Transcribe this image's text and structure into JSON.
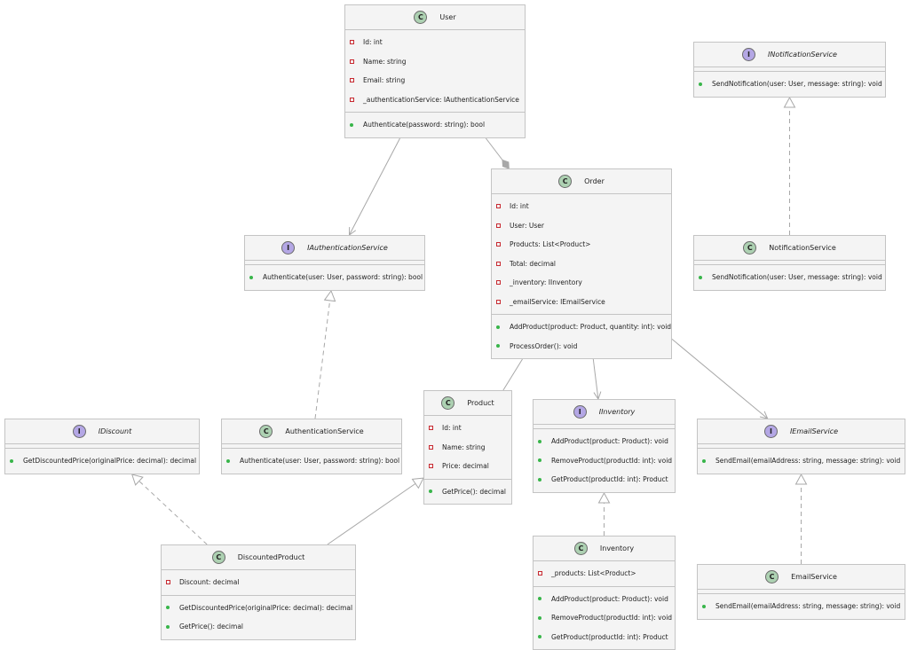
{
  "colors": {
    "class_fill": "#f4f4f4",
    "border": "#c4c4c4",
    "edge": "#a8a8a8",
    "class_badge": "#add1b2",
    "interface_badge": "#b4a7e5",
    "private_marker": "#c82930",
    "public_marker": "#38b54a"
  },
  "classes": [
    {
      "id": "User",
      "kind": "class",
      "badge": "C",
      "name": "User",
      "fields": [
        {
          "vis": "private",
          "text": "Id: int"
        },
        {
          "vis": "private",
          "text": "Name: string"
        },
        {
          "vis": "private",
          "text": "Email: string"
        },
        {
          "vis": "private",
          "text": "_authenticationService: IAuthenticationService"
        }
      ],
      "methods": [
        {
          "vis": "public",
          "text": "Authenticate(password: string): bool"
        }
      ]
    },
    {
      "id": "INotificationService",
      "kind": "interface",
      "badge": "I",
      "name": "INotificationService",
      "fields": [],
      "methods": [
        {
          "vis": "public",
          "text": "SendNotification(user: User, message: string): void"
        }
      ]
    },
    {
      "id": "Order",
      "kind": "class",
      "badge": "C",
      "name": "Order",
      "fields": [
        {
          "vis": "private",
          "text": "Id: int"
        },
        {
          "vis": "private",
          "text": "User: User"
        },
        {
          "vis": "private",
          "text": "Products: List<Product>"
        },
        {
          "vis": "private",
          "text": "Total: decimal"
        },
        {
          "vis": "private",
          "text": "_inventory: IInventory"
        },
        {
          "vis": "private",
          "text": "_emailService: IEmailService"
        }
      ],
      "methods": [
        {
          "vis": "public",
          "text": "AddProduct(product: Product, quantity: int): void"
        },
        {
          "vis": "public",
          "text": "ProcessOrder(): void"
        }
      ]
    },
    {
      "id": "IAuthenticationService",
      "kind": "interface",
      "badge": "I",
      "name": "IAuthenticationService",
      "fields": [],
      "methods": [
        {
          "vis": "public",
          "text": "Authenticate(user: User, password: string): bool"
        }
      ]
    },
    {
      "id": "NotificationService",
      "kind": "class",
      "badge": "C",
      "name": "NotificationService",
      "fields": [],
      "methods": [
        {
          "vis": "public",
          "text": "SendNotification(user: User, message: string): void"
        }
      ]
    },
    {
      "id": "IDiscount",
      "kind": "interface",
      "badge": "I",
      "name": "IDiscount",
      "fields": [],
      "methods": [
        {
          "vis": "public",
          "text": "GetDiscountedPrice(originalPrice: decimal): decimal"
        }
      ]
    },
    {
      "id": "AuthenticationService",
      "kind": "class",
      "badge": "C",
      "name": "AuthenticationService",
      "fields": [],
      "methods": [
        {
          "vis": "public",
          "text": "Authenticate(user: User, password: string): bool"
        }
      ]
    },
    {
      "id": "Product",
      "kind": "class",
      "badge": "C",
      "name": "Product",
      "fields": [
        {
          "vis": "private",
          "text": "Id: int"
        },
        {
          "vis": "private",
          "text": "Name: string"
        },
        {
          "vis": "private",
          "text": "Price: decimal"
        }
      ],
      "methods": [
        {
          "vis": "public",
          "text": "GetPrice(): decimal"
        }
      ]
    },
    {
      "id": "IInventory",
      "kind": "interface",
      "badge": "I",
      "name": "IInventory",
      "fields": [],
      "methods": [
        {
          "vis": "public",
          "text": "AddProduct(product: Product): void"
        },
        {
          "vis": "public",
          "text": "RemoveProduct(productId: int): void"
        },
        {
          "vis": "public",
          "text": "GetProduct(productId: int): Product"
        }
      ]
    },
    {
      "id": "IEmailService",
      "kind": "interface",
      "badge": "I",
      "name": "IEmailService",
      "fields": [],
      "methods": [
        {
          "vis": "public",
          "text": "SendEmail(emailAddress: string, message: string): void"
        }
      ]
    },
    {
      "id": "DiscountedProduct",
      "kind": "class",
      "badge": "C",
      "name": "DiscountedProduct",
      "fields": [
        {
          "vis": "private",
          "text": "Discount: decimal"
        }
      ],
      "methods": [
        {
          "vis": "public",
          "text": "GetDiscountedPrice(originalPrice: decimal): decimal"
        },
        {
          "vis": "public",
          "text": "GetPrice(): decimal"
        }
      ]
    },
    {
      "id": "Inventory",
      "kind": "class",
      "badge": "C",
      "name": "Inventory",
      "fields": [
        {
          "vis": "private",
          "text": "_products: List<Product>"
        }
      ],
      "methods": [
        {
          "vis": "public",
          "text": "AddProduct(product: Product): void"
        },
        {
          "vis": "public",
          "text": "RemoveProduct(productId: int): void"
        },
        {
          "vis": "public",
          "text": "GetProduct(productId: int): Product"
        }
      ]
    },
    {
      "id": "EmailService",
      "kind": "class",
      "badge": "C",
      "name": "EmailService",
      "fields": [],
      "methods": [
        {
          "vis": "public",
          "text": "SendEmail(emailAddress: string, message: string): void"
        }
      ]
    }
  ],
  "relations": [
    {
      "from": "User",
      "to": "IAuthenticationService",
      "type": "association"
    },
    {
      "from": "User",
      "to": "Order",
      "type": "composition"
    },
    {
      "from": "NotificationService",
      "to": "INotificationService",
      "type": "realization"
    },
    {
      "from": "AuthenticationService",
      "to": "IAuthenticationService",
      "type": "realization"
    },
    {
      "from": "Order",
      "to": "Product",
      "type": "link"
    },
    {
      "from": "Order",
      "to": "IInventory",
      "type": "association"
    },
    {
      "from": "Order",
      "to": "IEmailService",
      "type": "association"
    },
    {
      "from": "DiscountedProduct",
      "to": "IDiscount",
      "type": "realization"
    },
    {
      "from": "DiscountedProduct",
      "to": "Product",
      "type": "generalization"
    },
    {
      "from": "Inventory",
      "to": "IInventory",
      "type": "realization"
    },
    {
      "from": "EmailService",
      "to": "IEmailService",
      "type": "realization"
    }
  ]
}
